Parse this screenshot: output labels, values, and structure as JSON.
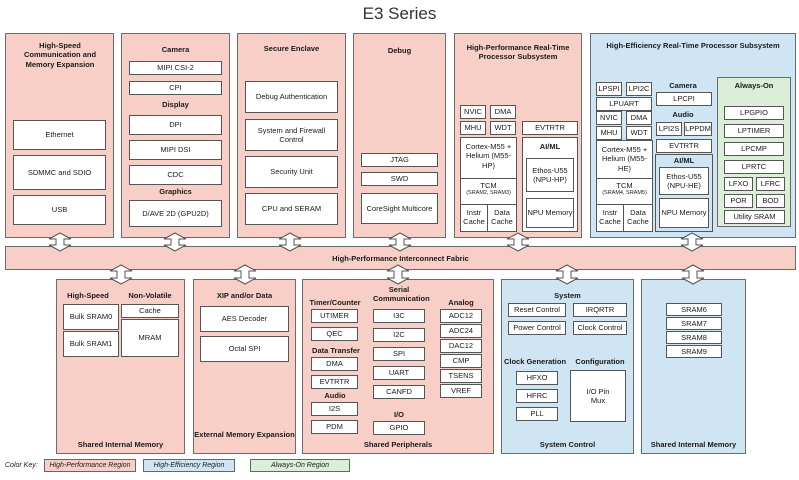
{
  "title": "E3 Series",
  "colors": {
    "high_performance": "#f8cfc6",
    "high_efficiency": "#cfe5f3",
    "always_on": "#dbeed8"
  },
  "hs_comm": {
    "heading": "High-Speed Communication and Memory Expansion",
    "items": [
      "Ethernet",
      "SDMMC and SDIO",
      "USB"
    ]
  },
  "camera_display": {
    "camera": "Camera",
    "camera_items": [
      "MIPI CSI-2",
      "CPI"
    ],
    "display": "Display",
    "display_items": [
      "DPI",
      "MIPI DSI",
      "CDC"
    ],
    "graphics": "Graphics",
    "graphics_item": "D/AVE 2D (GPU2D)"
  },
  "secure": {
    "heading": "Secure Enclave",
    "items": [
      "Debug Authentication",
      "System and Firewall Control",
      "Security Unit",
      "CPU and SERAM"
    ]
  },
  "debug": {
    "heading": "Debug",
    "items": [
      "JTAG",
      "SWD",
      "CoreSight Multicore"
    ]
  },
  "hp_subsystem": {
    "heading": "High-Performance Real-Time Processor Subsystem",
    "nvic": "NVIC",
    "dma": "DMA",
    "mhu": "MHU",
    "wdt": "WDT",
    "evtrtr": "EVTRTR",
    "cpu": "Cortex-M55 + Helium (M55-HP)",
    "tcm": "TCM",
    "tcm_sub": "(SRAM2, SRAM3)",
    "instr_cache": "Instr Cache",
    "data_cache": "Data Cache",
    "aiml": "AI/ML",
    "npu": "Ethos-U55 (NPU-HP)",
    "npu_mem": "NPU Memory"
  },
  "he_subsystem": {
    "heading": "High-Efficiency Real-Time Processor Subsystem",
    "lpspi": "LPSPI",
    "lpi2c": "LPI2C",
    "lpuart": "LPUART",
    "nvic": "NVIC",
    "dma": "DMA",
    "mhu": "MHU",
    "wdt": "WDT",
    "cpu": "Cortex-M55 + Helium (M55-HE)",
    "tcm": "TCM",
    "tcm_sub": "(SRAM4, SRAM5)",
    "instr_cache": "Instr Cache",
    "data_cache": "Data Cache",
    "camera": "Camera",
    "lpcpi": "LPCPI",
    "audio": "Audio",
    "lpi2s": "LPI2S",
    "lppdm": "LPPDM",
    "evtrtr": "EVTRTR",
    "aiml": "AI/ML",
    "npu": "Ethos-U55 (NPU-HE)",
    "npu_mem": "NPU Memory"
  },
  "always_on": {
    "heading": "Always-On",
    "items": [
      "LPGPIO",
      "LPTIMER",
      "LPCMP",
      "LPRTC"
    ],
    "lfxo": "LFXO",
    "lfrc": "LFRC",
    "por": "POR",
    "bod": "BOD",
    "utility": "Utility SRAM"
  },
  "fabric": "High-Performance Interconnect Fabric",
  "shared_mem_left": {
    "footer": "Shared Internal Memory",
    "high_speed": "High-Speed",
    "non_volatile": "Non-Volatile",
    "bulk0": "Bulk SRAM0",
    "bulk1": "Bulk SRAM1",
    "cache": "Cache",
    "mram": "MRAM"
  },
  "xip": {
    "heading": "XIP and/or Data",
    "items": [
      "AES Decoder",
      "Octal SPI"
    ],
    "footer": "External Memory Expansion"
  },
  "peripherals": {
    "timer": "Timer/Counter",
    "timer_items": [
      "UTIMER",
      "QEC"
    ],
    "data_transfer": "Data Transfer",
    "dt_items": [
      "DMA",
      "EVTRTR"
    ],
    "audio": "Audio",
    "audio_items": [
      "I2S",
      "PDM"
    ],
    "serial": "Serial Communication",
    "serial_items": [
      "I3C",
      "I2C",
      "SPI",
      "UART",
      "CANFD"
    ],
    "io": "I/O",
    "gpio": "GPIO",
    "analog": "Analog",
    "analog_items": [
      "ADC12",
      "ADC24",
      "DAC12",
      "CMP",
      "TSENS",
      "VREF"
    ],
    "footer": "Shared Peripherals"
  },
  "system": {
    "heading": "System",
    "top_items": [
      "Reset Control",
      "IRQRTR",
      "Power Control",
      "Clock Control"
    ],
    "clock_gen": "Clock Generation",
    "clock_items": [
      "HFXO",
      "HFRC",
      "PLL"
    ],
    "configuration": "Configuration",
    "io_pin": "I/O Pin Mux",
    "footer": "System Control"
  },
  "shared_mem_right": {
    "items": [
      "SRAM6",
      "SRAM7",
      "SRAM8",
      "SRAM9"
    ],
    "footer": "Shared Internal Memory"
  },
  "color_key": {
    "label": "Color Key:",
    "hp": "High-Performance Region",
    "he": "High-Efficiency Region",
    "ao": "Always-On Region"
  }
}
